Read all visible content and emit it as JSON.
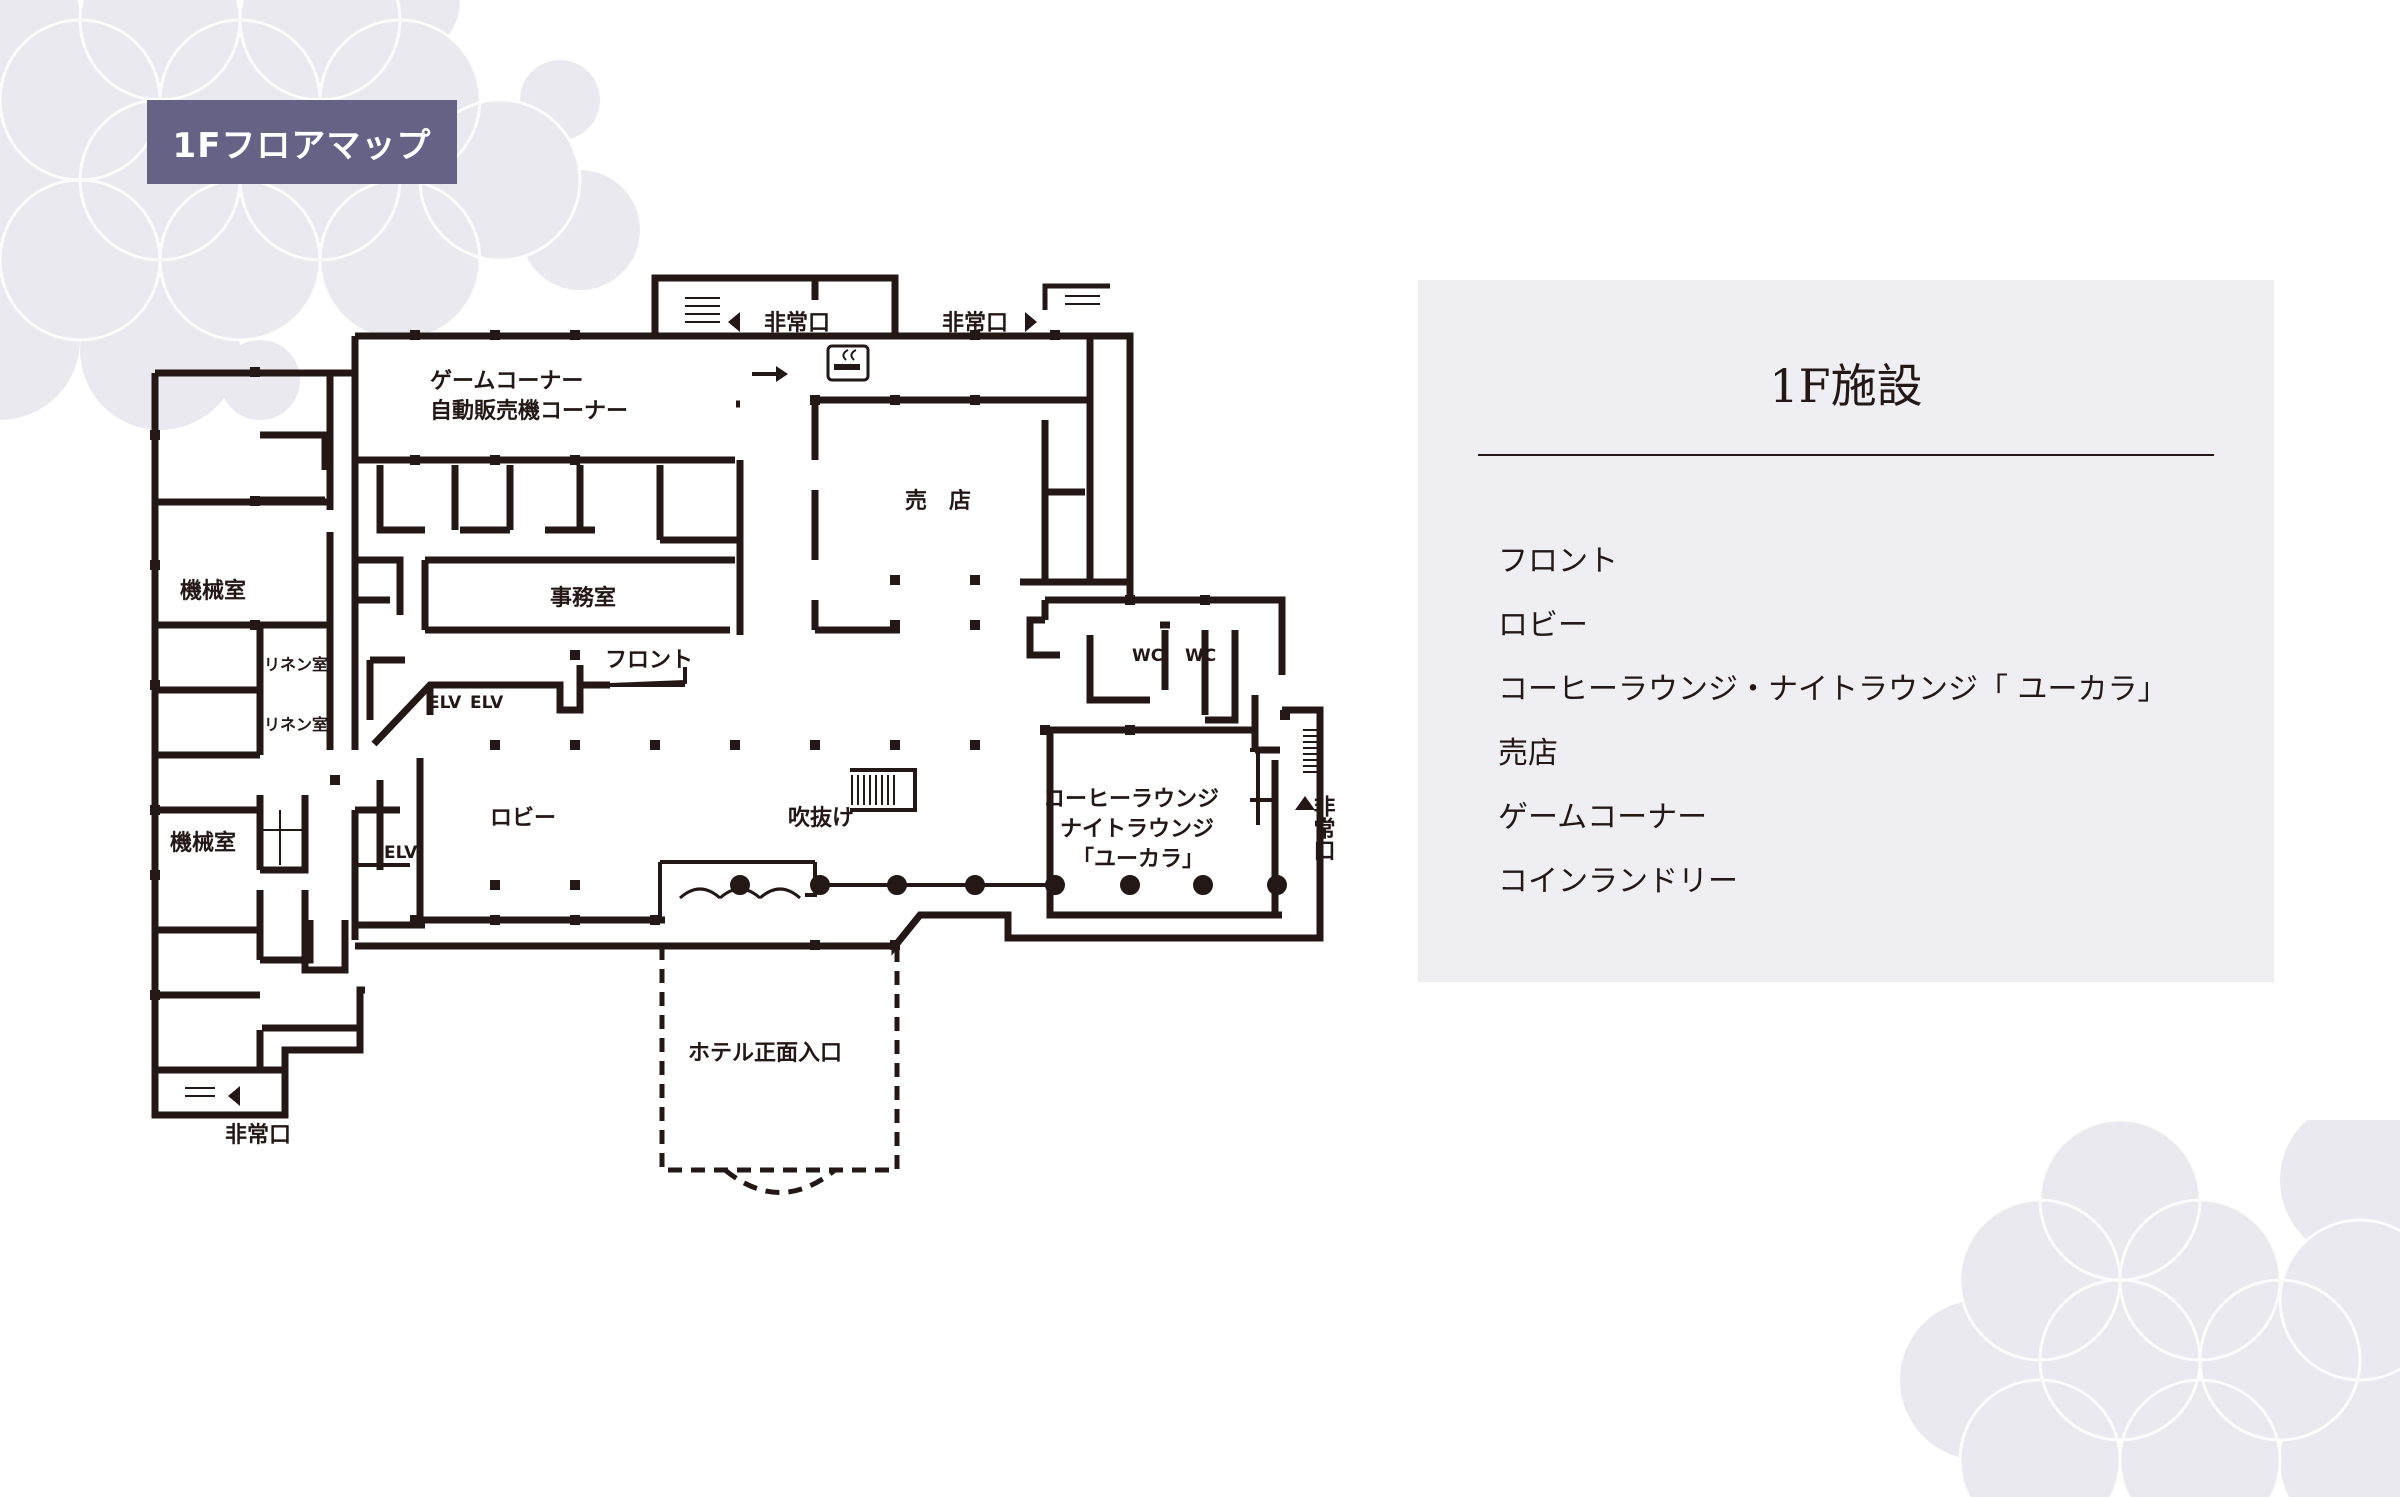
{
  "page": {
    "tag_title": "1Fフロアマップ",
    "colors": {
      "accent": "#656285",
      "panel_bg": "#efeef3",
      "ink": "#231815",
      "pattern": "#eae9ef"
    }
  },
  "floorplan": {
    "labels": {
      "game_corner_1": "ゲームコーナー",
      "game_corner_2": "自動販売機コーナー",
      "emergency_exit_top_left": "非常口",
      "emergency_exit_top_right": "非常口",
      "emergency_exit_bottom": "非常口",
      "emergency_exit_right": "非常口",
      "machine_room_upper": "機械室",
      "machine_room_lower": "機械室",
      "linen_room_1": "リネン室",
      "linen_room_2": "リネン室",
      "office": "事務室",
      "front": "フロント",
      "elv_1": "ELV",
      "elv_2": "ELV",
      "elv_3": "ELV",
      "shop": "売　店",
      "wc_1": "WC",
      "wc_2": "WC",
      "lobby": "ロビー",
      "atrium": "吹抜け",
      "lounge_1": "コーヒーラウンジ",
      "lounge_2": "ナイトラウンジ",
      "lounge_3": "「ユーカラ」",
      "entrance": "ホテル正面入口"
    },
    "icons": [
      "smoking-area-icon",
      "direction-arrow-icon",
      "emergency-exit-arrow-icon"
    ]
  },
  "facilities": {
    "heading": "1F施設",
    "items": [
      "フロント",
      "ロビー",
      "コーヒーラウンジ・ナイトラウンジ「 ユーカラ」",
      "売店",
      "ゲームコーナー",
      "コインランドリー"
    ]
  }
}
